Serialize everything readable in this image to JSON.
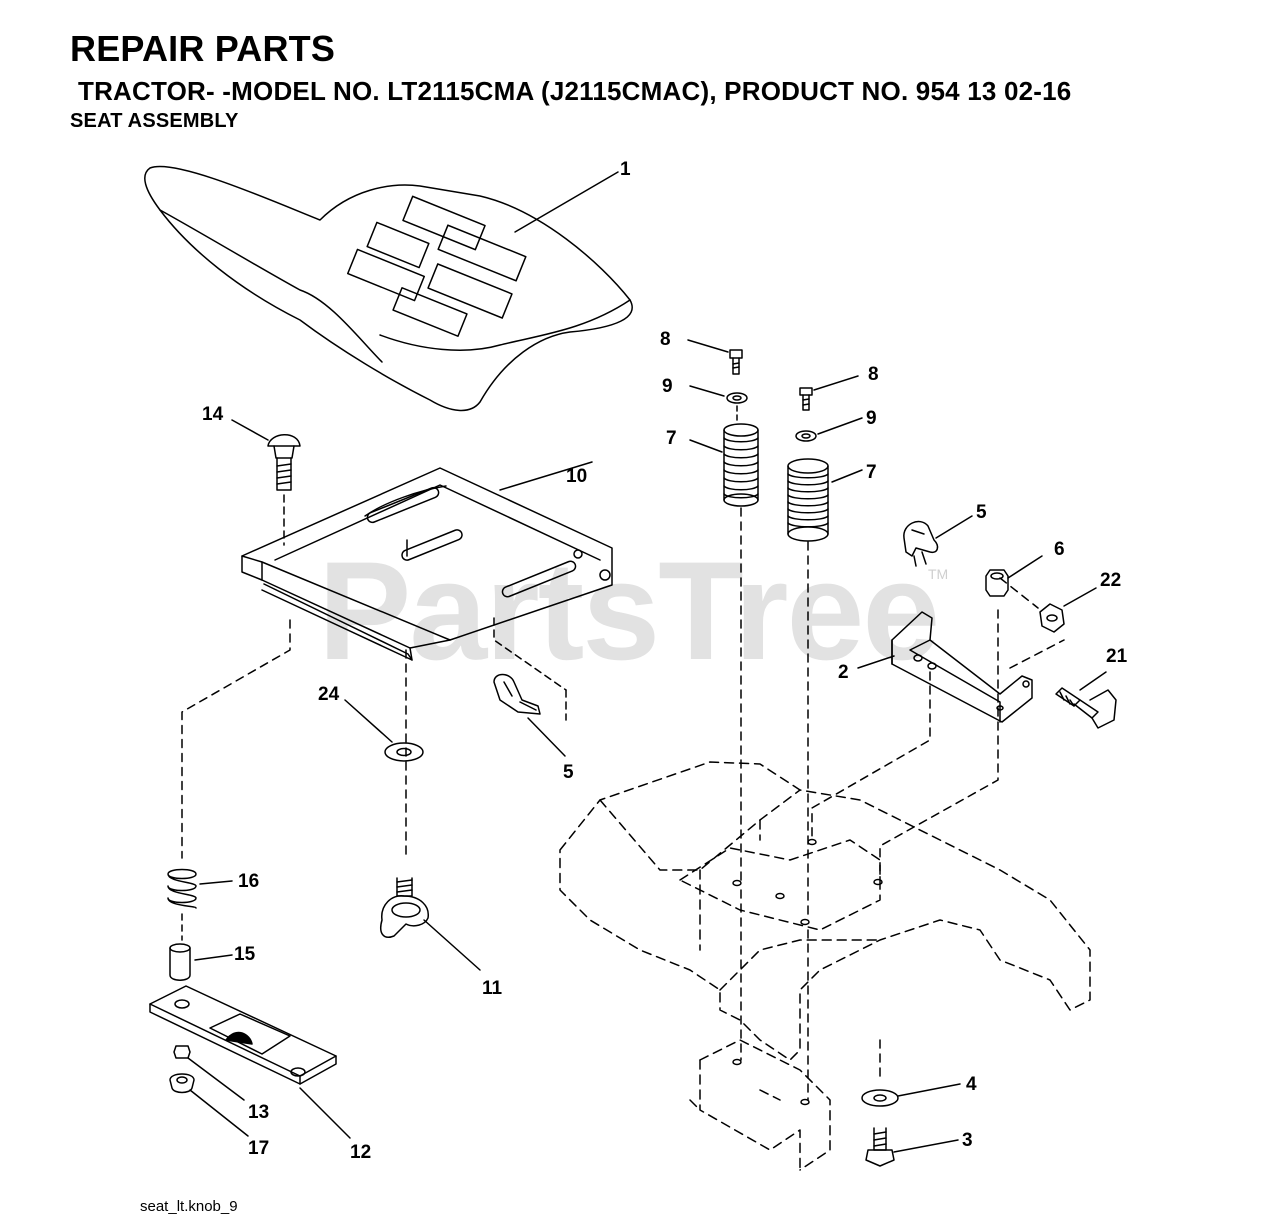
{
  "header": {
    "title": "REPAIR PARTS",
    "model_line": "TRACTOR- -MODEL NO. LT2115CMA (J2115CMAC), PRODUCT NO. 954 13 02-16",
    "section": "SEAT ASSEMBLY"
  },
  "watermark": {
    "text": "PartsTree",
    "tm": "TM"
  },
  "footer": {
    "file_ref": "seat_lt.knob_9"
  },
  "callouts": {
    "seat": "1",
    "bracket": "2",
    "bolt_3": "3",
    "washer_4": "4",
    "clip_upper": "5",
    "clip_lower": "5",
    "nut_6": "6",
    "spring_left": "7",
    "spring_right": "7",
    "bolt_left": "8",
    "bolt_right": "8",
    "washer_left": "9",
    "washer_right": "9",
    "seat_pan": "10",
    "knob": "11",
    "slide_plate": "12",
    "nut_13": "13",
    "bolt_14": "14",
    "bushing": "15",
    "spring_16": "16",
    "washer_17": "17",
    "shoulder_bolt": "21",
    "nut_22": "22",
    "washer_24": "24"
  }
}
